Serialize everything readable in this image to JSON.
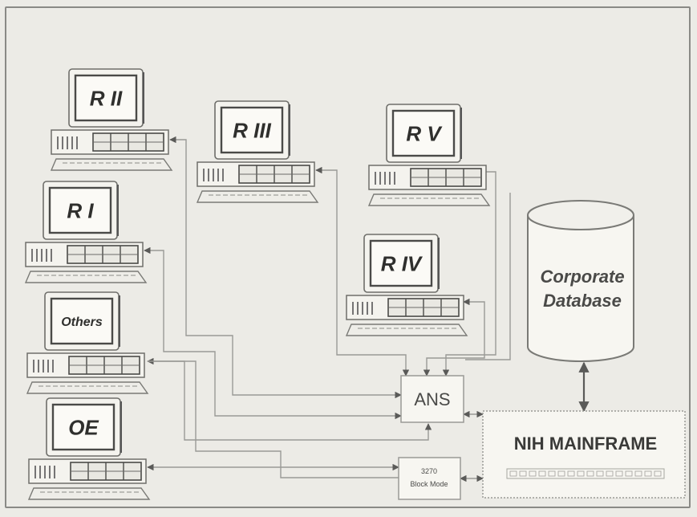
{
  "terminals": [
    {
      "id": "rii",
      "label": "R II"
    },
    {
      "id": "riii",
      "label": "R III"
    },
    {
      "id": "rv",
      "label": "R V"
    },
    {
      "id": "ri",
      "label": "R I"
    },
    {
      "id": "riv",
      "label": "R IV"
    },
    {
      "id": "others",
      "label": "Others"
    },
    {
      "id": "oe",
      "label": "OE"
    }
  ],
  "database": {
    "line1": "Corporate",
    "line2": "Database"
  },
  "ans": {
    "label": "ANS"
  },
  "block_mode": {
    "line1": "3270",
    "line2": "Block Mode"
  },
  "mainframe": {
    "label": "NIH MAINFRAME"
  },
  "colors": {
    "line": "#9a9a96",
    "ink": "#3a3a38",
    "paper": "#f7f6f1"
  }
}
